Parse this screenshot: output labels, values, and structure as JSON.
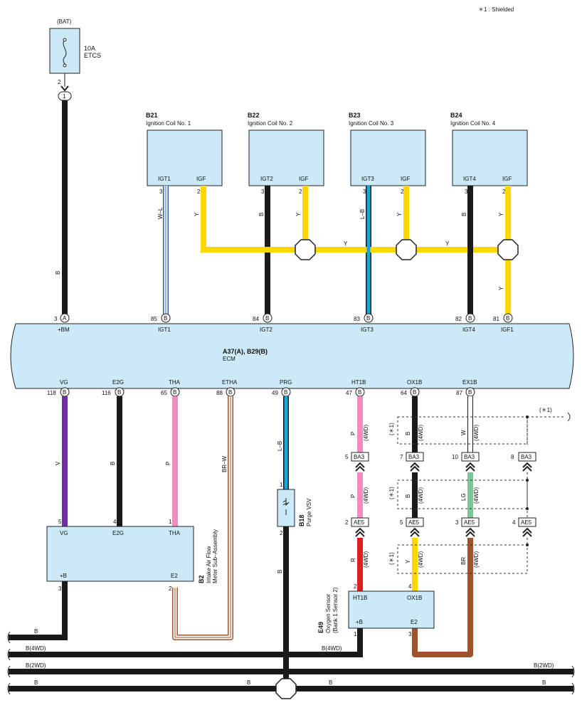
{
  "shield_note": "＊1 : Shielded",
  "fuse": {
    "source": "(BAT)",
    "rating": "10A",
    "name": "ETCS",
    "pin_out": "2",
    "connector_pin": "1"
  },
  "bm_wire": {
    "color_code": "B",
    "pin": "3",
    "conn": "A",
    "ecm_label": "+BM"
  },
  "coils": [
    {
      "code": "B21",
      "name": "Ignition Coil No. 1",
      "igt": "IGT1",
      "igf": "IGF",
      "pin_igt": "3",
      "pin_igf": "2",
      "igt_color": "W–L",
      "igf_color": "Y",
      "ecm_pin": "85",
      "ecm_label": "IGT1"
    },
    {
      "code": "B22",
      "name": "Ignition Coil No. 2",
      "igt": "IGT2",
      "igf": "IGF",
      "pin_igt": "3",
      "pin_igf": "2",
      "igt_color": "B",
      "igf_color": "Y",
      "ecm_pin": "84",
      "ecm_label": "IGT2"
    },
    {
      "code": "B23",
      "name": "Ignition Coil No. 3",
      "igt": "IGT3",
      "igf": "IGF",
      "pin_igt": "3",
      "pin_igf": "2",
      "igt_color": "L–B",
      "igf_color": "Y",
      "ecm_pin": "83",
      "ecm_label": "IGT3"
    },
    {
      "code": "B24",
      "name": "Ignition Coil No. 4",
      "igt": "IGT4",
      "igf": "IGF",
      "pin_igt": "3",
      "pin_igf": "2",
      "igt_color": "B",
      "igf_color": "Y",
      "ecm_pin": "82",
      "ecm_label": "IGT4"
    }
  ],
  "igf_bus": {
    "color_code": "Y",
    "ecm_pin": "81",
    "ecm_label": "IGF1"
  },
  "ecm": {
    "code": "A37(A), B29(B)",
    "name": "ECM"
  },
  "ecm_bottom_pins": [
    {
      "label": "VG",
      "pin": "118",
      "conn": "B",
      "color": "V"
    },
    {
      "label": "E2G",
      "pin": "116",
      "conn": "B",
      "color": "B"
    },
    {
      "label": "THA",
      "pin": "65",
      "conn": "B",
      "color": "P"
    },
    {
      "label": "ETHA",
      "pin": "88",
      "conn": "B",
      "color": "BR–W"
    },
    {
      "label": "PRG",
      "pin": "49",
      "conn": "B",
      "color": "L–B"
    },
    {
      "label": "HT1B",
      "pin": "47",
      "conn": "B",
      "color": "P",
      "note": "(4WD)"
    },
    {
      "label": "OX1B",
      "pin": "64",
      "conn": "B",
      "color": "B",
      "note": "(4WD)"
    },
    {
      "label": "EX1B",
      "pin": "87",
      "conn": "B",
      "color": "W",
      "note": "(4WD)"
    }
  ],
  "maf": {
    "code": "B2",
    "name": "Intake Air Flow",
    "name2": "Meter Sub–Assembly",
    "pins": [
      "VG",
      "E2G",
      "THA",
      "+B",
      "E2"
    ],
    "pin_nums": [
      "5",
      "4",
      "1",
      "3",
      "2"
    ]
  },
  "vsv": {
    "code": "B18",
    "name": "Purge VSV",
    "pin_top": "1",
    "pin_bottom": "2",
    "out_color": "B"
  },
  "ba3": [
    {
      "pin": "5",
      "label": "BA3"
    },
    {
      "pin": "7",
      "label": "BA3"
    },
    {
      "pin": "10",
      "label": "BA3"
    },
    {
      "pin": "8",
      "label": "BA3"
    }
  ],
  "ae5": [
    {
      "pin": "2",
      "label": "AE5"
    },
    {
      "pin": "5",
      "label": "AE5"
    },
    {
      "pin": "3",
      "label": "AE5"
    },
    {
      "pin": "4",
      "label": "AE5"
    }
  ],
  "mid_colors": {
    "p": "P",
    "b": "B",
    "lg": "LG",
    "note": "(4WD)"
  },
  "low_colors": {
    "r": "R",
    "y": "Y",
    "br": "BR",
    "note": "(4WD)"
  },
  "o2": {
    "code": "E49",
    "name": "Oxygen Sensor",
    "name2": "(Bank 1 Sensor 2)",
    "pins": [
      "HT1B",
      "OX1B",
      "+B",
      "E2"
    ],
    "pin_nums": [
      "2",
      "4",
      "1",
      "3"
    ]
  },
  "shield_tag": "(＊1)",
  "grounds": {
    "b": "B",
    "b4wd": "B(4WD)",
    "b2wd": "B(2WD)"
  }
}
